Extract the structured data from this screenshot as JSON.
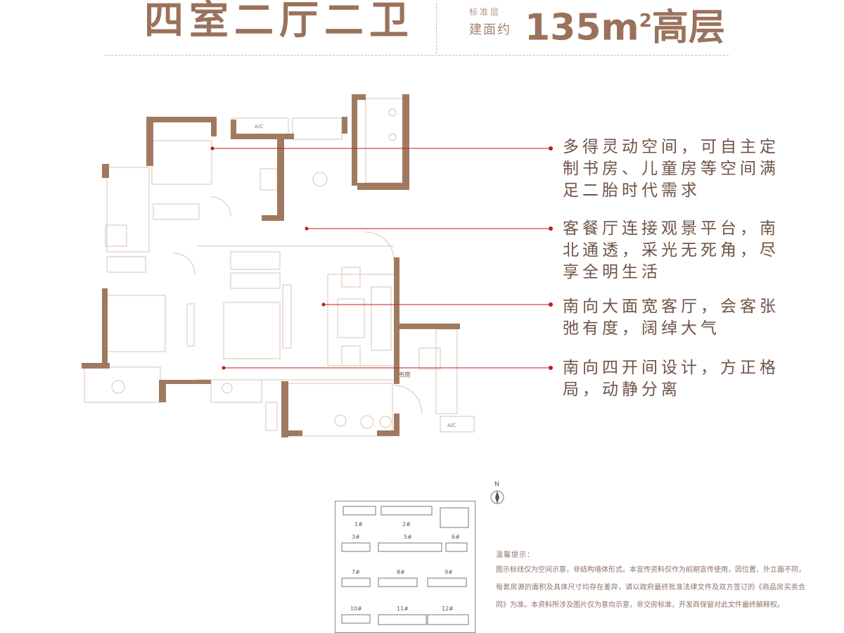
{
  "header": {
    "layout_title": "四室二厅二卫",
    "floor_type_label": "标准层",
    "area_label": "建面约",
    "area_value": "135m",
    "area_superscript": "2",
    "building_type": "高层"
  },
  "floor_plan": {
    "study_label": "书房",
    "ac_label": "A/C"
  },
  "features": [
    {
      "text": "多得灵动空间，可自主定制书房、儿童房等空间满足二胎时代需求"
    },
    {
      "text": "客餐厅连接观景平台，南北通透，采光无死角，尽享全明生活"
    },
    {
      "text": "南向大面宽客厅，会客张弛有度，阔绰大气"
    },
    {
      "text": "南向四开间设计，方正格局，动静分离"
    }
  ],
  "site_map": {
    "compass_label": "N",
    "buildings": [
      "1#",
      "2#",
      "3#",
      "5#",
      "6#",
      "7#",
      "8#",
      "9#",
      "10#",
      "11#",
      "12#"
    ]
  },
  "notice": {
    "title": "温馨提示：",
    "body": "图示标线仅为空间示意，非结构墙体形式。本宣传资料仅作为前期宣传使用，因位置、外立面不同，每套房源的面积及具体尺寸均存在差异，请以政府最终批准法律文件及双方签订的《商品房买卖合同》为准。本资料所涉及图片仅为意向示意，非交房标准，开发商保留对此文件最终解释权。"
  },
  "colors": {
    "wall": "#a07a60",
    "title": "#9a725c",
    "leader_line": "#c41a1a",
    "text": "#6f5446"
  }
}
